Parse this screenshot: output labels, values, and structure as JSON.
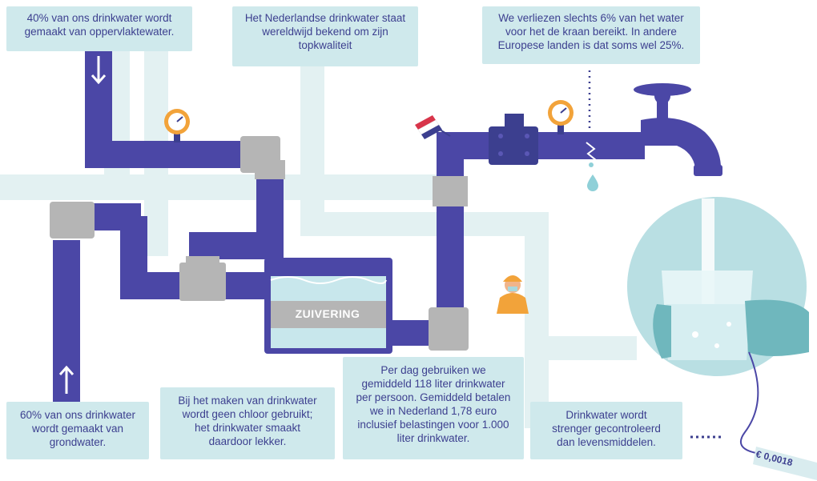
{
  "callouts": {
    "surface_water": [
      "40% van ons drinkwater wordt",
      "gemaakt van oppervlaktewater."
    ],
    "quality": [
      "Het Nederlandse drinkwater staat",
      "wereldwijd bekend om zijn",
      "topkwaliteit"
    ],
    "loss": [
      "We verliezen slechts 6% van het water",
      "voor het de kraan bereikt. In andere",
      "Europese landen is dat soms wel 25%."
    ],
    "ground_water": [
      "60% van ons drinkwater",
      "wordt gemaakt van",
      "grondwater."
    ],
    "chlorine": [
      "Bij het maken van drinkwater",
      "wordt geen chloor gebruikt;",
      "het drinkwater smaakt",
      "daardoor lekker."
    ],
    "usage": [
      "Per dag gebruiken we",
      "gemiddeld 118 liter drinkwater",
      "per persoon. Gemiddeld betalen",
      "we in Nederland 1,78 euro",
      "inclusief belastingen voor 1.000",
      "liter drinkwater."
    ],
    "control": [
      "Drinkwater wordt",
      "strenger gecontroleerd",
      "dan levensmiddelen."
    ]
  },
  "tank_label": "ZUIVERING",
  "price_tag": "€ 0,0018",
  "colors": {
    "pipe": "#4b47a6",
    "pipe_dark": "#3c3f8f",
    "joint": "#b5b5b5",
    "joint_light": "#cfcfcf",
    "bg_pipe": "#e3f1f2",
    "callout": "#cfe9ec",
    "glass_circle": "#b9dfe3",
    "water": "#c8e7ec",
    "gauge": "#f2a33a",
    "hand": "#6fb7bd",
    "flag_red": "#d8354a",
    "flag_blue": "#3c3f8f"
  },
  "icons": [
    "arrow-down-icon",
    "arrow-up-icon",
    "pressure-gauge-icon",
    "valve-icon",
    "tap-icon",
    "water-drop-icon",
    "leak-icon",
    "dutch-flag-icon",
    "worker-icon",
    "glass-icon"
  ]
}
